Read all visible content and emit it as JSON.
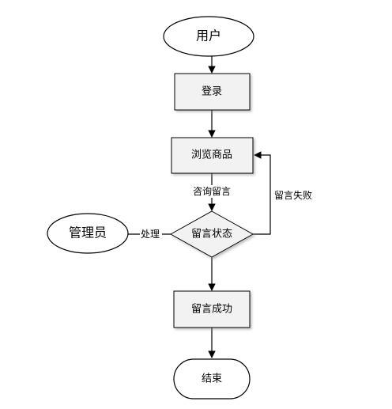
{
  "nodes": {
    "start": "用户",
    "login": "登录",
    "browse": "浏览商品",
    "decision": "留言状态",
    "admin": "管理员",
    "success": "留言成功",
    "end": "结束"
  },
  "edges": {
    "consult": "咨询留言",
    "handle": "处理",
    "fail": "留言失败"
  },
  "colors": {
    "box_fill": "#f2f2f2",
    "stroke": "#000000",
    "ellipse_fill": "#ffffff"
  }
}
